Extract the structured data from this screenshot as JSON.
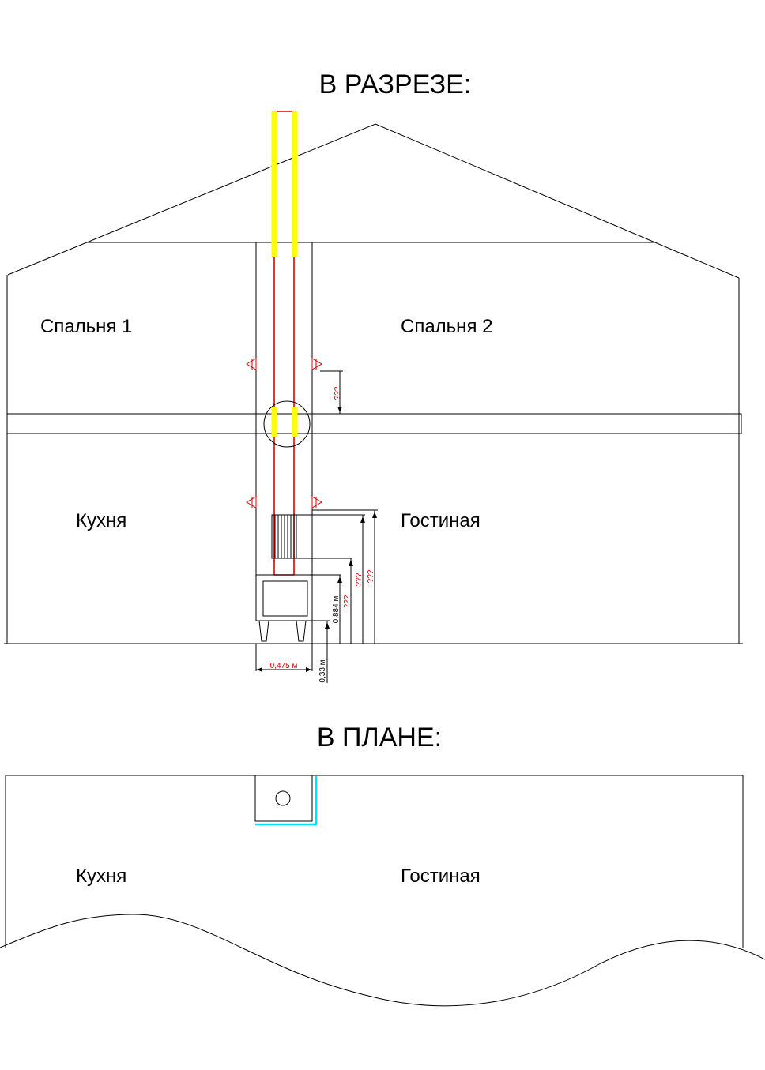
{
  "section": {
    "title": "В РАЗРЕЗЕ:",
    "rooms": {
      "bedroom1": "Спальня 1",
      "bedroom2": "Спальня 2",
      "kitchen": "Кухня",
      "living": "Гостиная"
    },
    "dims": {
      "ceiling_gap": "???",
      "stove_top": "???",
      "box_bottom": "???",
      "box_top": "???",
      "stove_height": "0,884 м",
      "stove_width": "0,475 м",
      "leg_height": "0,33 м"
    }
  },
  "plan": {
    "title": "В ПЛАНЕ:",
    "rooms": {
      "kitchen": "Кухня",
      "living": "Гостиная"
    }
  },
  "colors": {
    "pipe": "#e00000",
    "insulation": "#ffff00",
    "wall_screen": "#00e0ff",
    "lines": "#000000"
  }
}
